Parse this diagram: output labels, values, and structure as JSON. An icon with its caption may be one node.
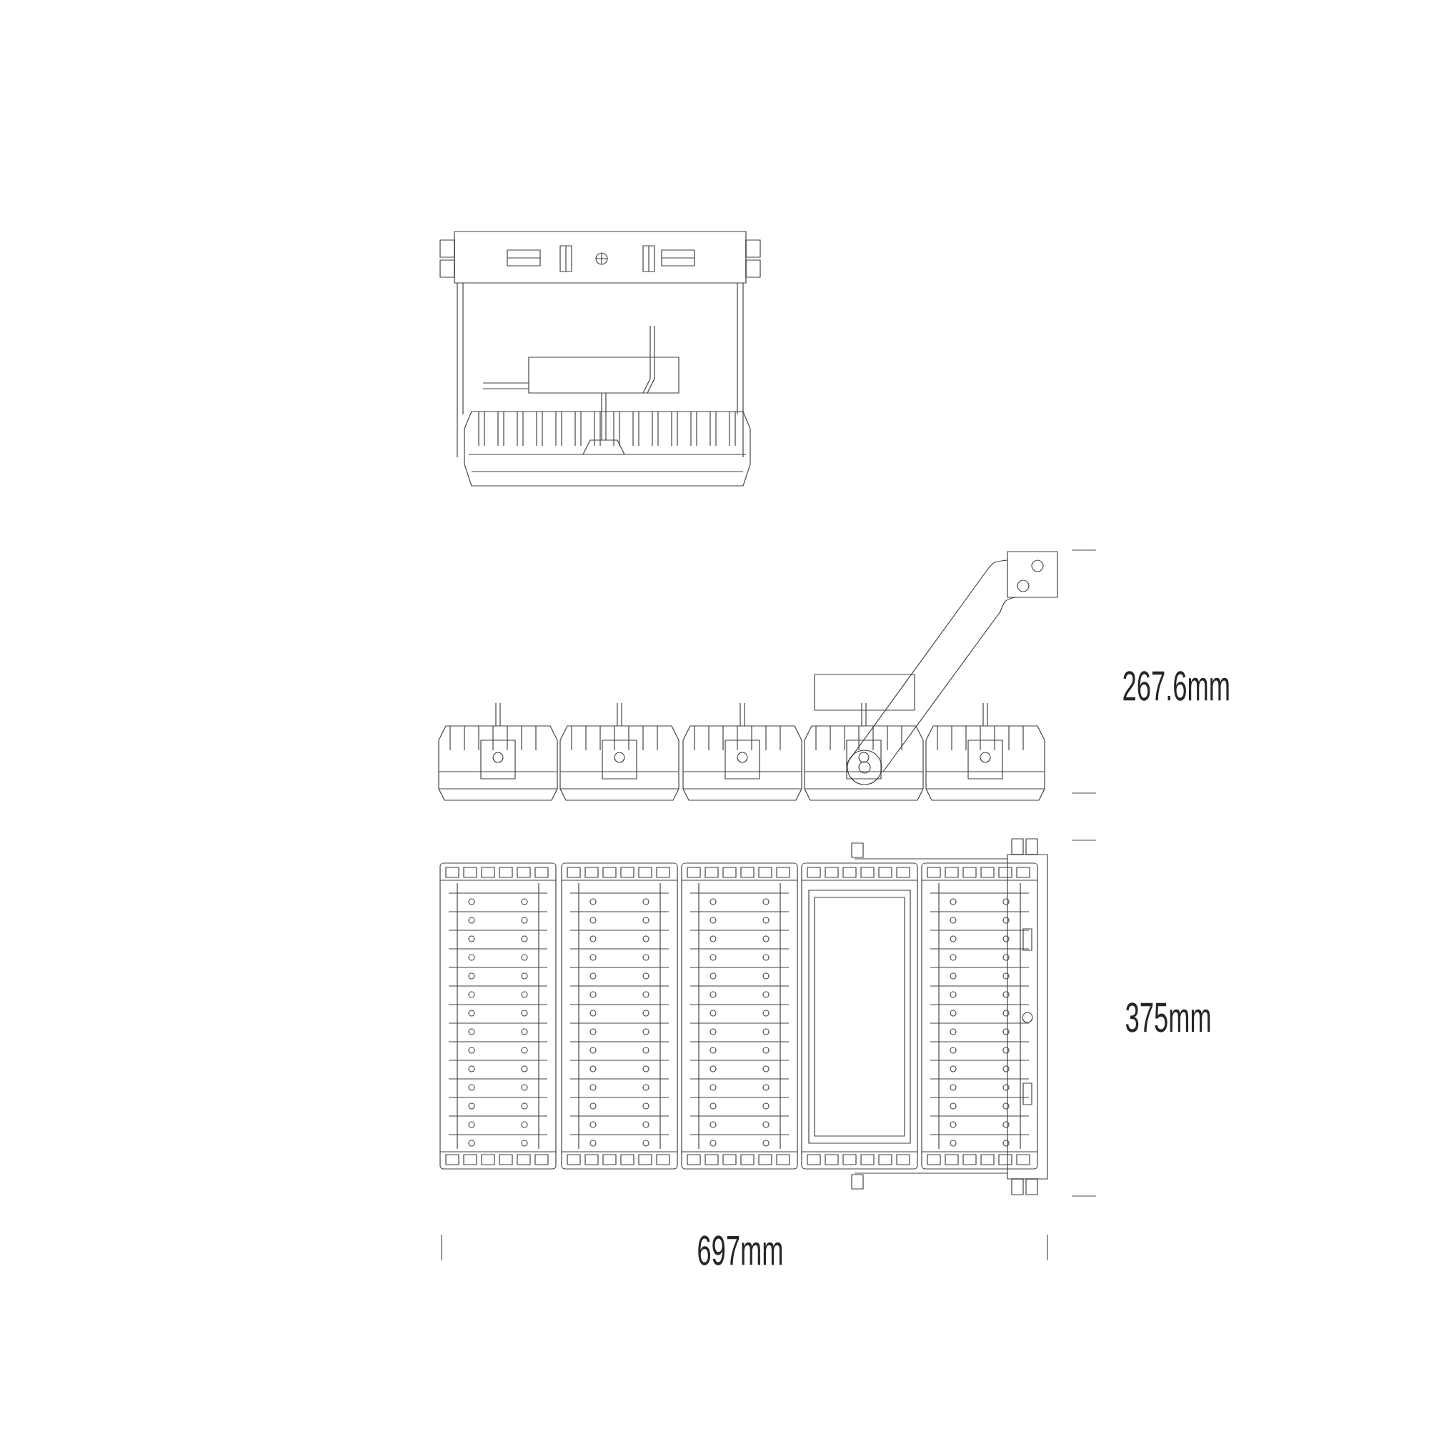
{
  "diagram": {
    "labels": [
      "267.6mm",
      "375mm",
      "697mm"
    ]
  }
}
